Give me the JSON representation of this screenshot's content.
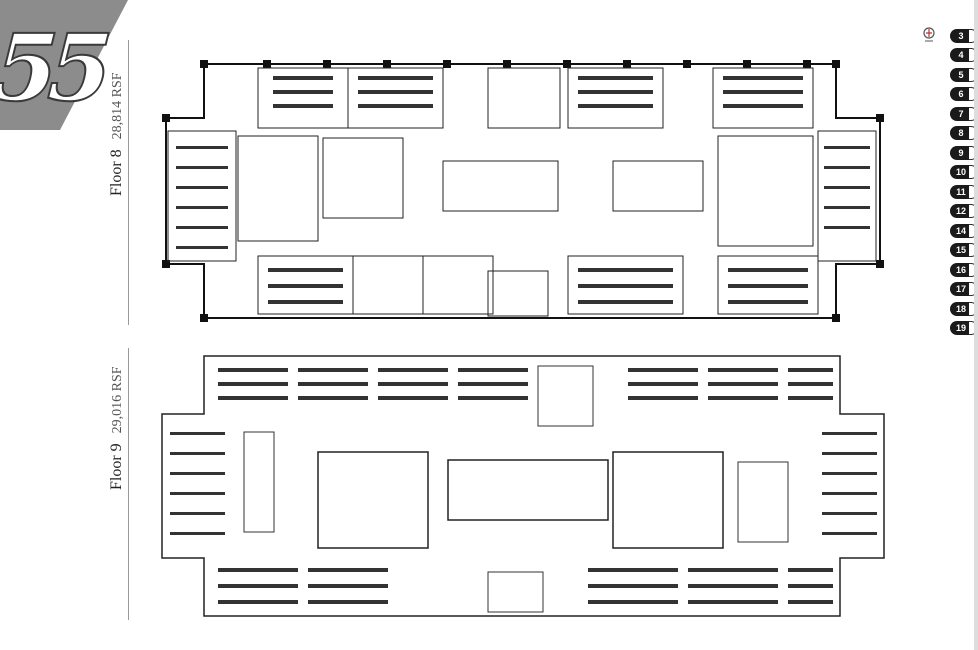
{
  "page": {
    "number": "55",
    "corner_color": "#8c8c8c"
  },
  "floors": [
    {
      "name": "Floor 8",
      "area": "28,814 RSF"
    },
    {
      "name": "Floor 9",
      "area": "29,016 RSF"
    }
  ],
  "nav": {
    "tabs": [
      "3",
      "4",
      "5",
      "6",
      "7",
      "8",
      "9",
      "10",
      "11",
      "12",
      "14",
      "15",
      "16",
      "17",
      "18",
      "19"
    ],
    "tab_color": "#1a1a1a"
  },
  "icons": {
    "logo": "building-logo-icon"
  }
}
